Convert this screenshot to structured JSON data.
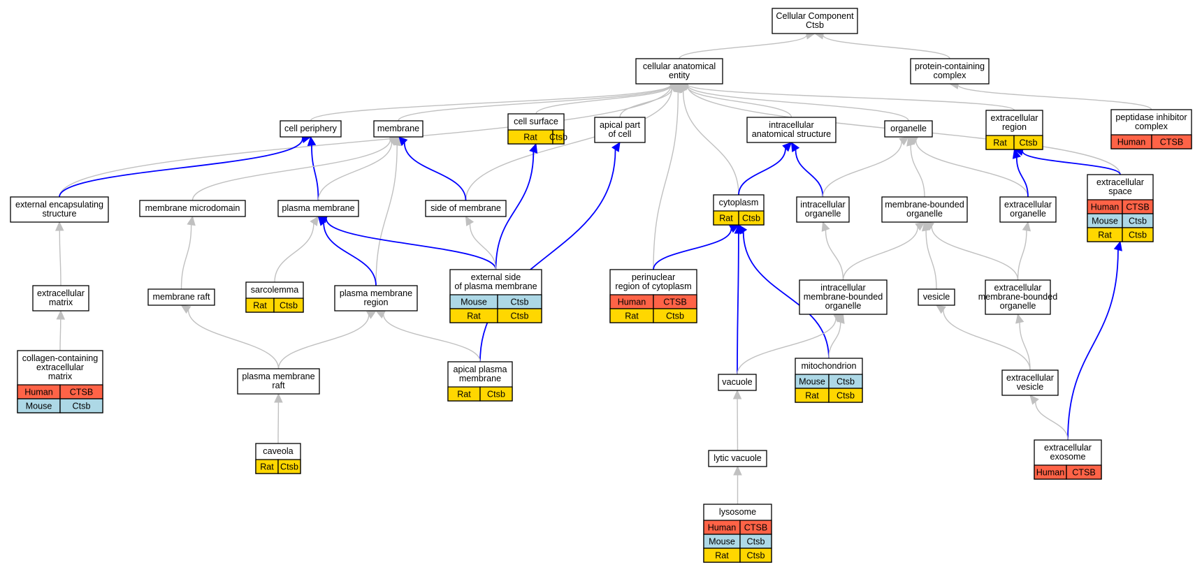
{
  "colors": {
    "human": "#ff6347",
    "mouse": "#add8e6",
    "rat": "#ffd700",
    "edge_gray": "#c0c0c0",
    "edge_blue": "#0000ff"
  },
  "nodes": {
    "cellular_component": {
      "lines": [
        "Cellular Component",
        "Ctsb"
      ],
      "orgs": []
    },
    "cellular_anatomical_entity": {
      "lines": [
        "cellular anatomical",
        "entity"
      ],
      "orgs": []
    },
    "protein_containing_complex": {
      "lines": [
        "protein-containing",
        "complex"
      ],
      "orgs": []
    },
    "cell_periphery": {
      "lines": [
        "cell periphery"
      ],
      "orgs": []
    },
    "membrane": {
      "lines": [
        "membrane"
      ],
      "orgs": []
    },
    "cell_surface": {
      "lines": [
        "cell surface"
      ],
      "orgs": [
        [
          "Rat",
          "Ctsb"
        ]
      ]
    },
    "apical_part_of_cell": {
      "lines": [
        "apical part",
        "of cell"
      ],
      "orgs": []
    },
    "intracellular_anatomical_structure": {
      "lines": [
        "intracellular",
        "anatomical structure"
      ],
      "orgs": []
    },
    "organelle": {
      "lines": [
        "organelle"
      ],
      "orgs": []
    },
    "extracellular_region": {
      "lines": [
        "extracellular",
        "region"
      ],
      "orgs": [
        [
          "Rat",
          "Ctsb"
        ]
      ]
    },
    "peptidase_inhibitor_complex": {
      "lines": [
        "peptidase inhibitor",
        "complex"
      ],
      "orgs": [
        [
          "Human",
          "CTSB"
        ]
      ]
    },
    "external_encapsulating_structure": {
      "lines": [
        "external encapsulating",
        "structure"
      ],
      "orgs": []
    },
    "membrane_microdomain": {
      "lines": [
        "membrane microdomain"
      ],
      "orgs": []
    },
    "plasma_membrane": {
      "lines": [
        "plasma membrane"
      ],
      "orgs": []
    },
    "side_of_membrane": {
      "lines": [
        "side of membrane"
      ],
      "orgs": []
    },
    "cytoplasm": {
      "lines": [
        "cytoplasm"
      ],
      "orgs": [
        [
          "Rat",
          "Ctsb"
        ]
      ]
    },
    "intracellular_organelle": {
      "lines": [
        "intracellular",
        "organelle"
      ],
      "orgs": []
    },
    "membrane_bounded_organelle": {
      "lines": [
        "membrane-bounded",
        "organelle"
      ],
      "orgs": []
    },
    "extracellular_organelle": {
      "lines": [
        "extracellular",
        "organelle"
      ],
      "orgs": []
    },
    "extracellular_space": {
      "lines": [
        "extracellular",
        "space"
      ],
      "orgs": [
        [
          "Human",
          "CTSB"
        ],
        [
          "Mouse",
          "Ctsb"
        ],
        [
          "Rat",
          "Ctsb"
        ]
      ]
    },
    "extracellular_matrix": {
      "lines": [
        "extracellular",
        "matrix"
      ],
      "orgs": []
    },
    "membrane_raft": {
      "lines": [
        "membrane raft"
      ],
      "orgs": []
    },
    "sarcolemma": {
      "lines": [
        "sarcolemma"
      ],
      "orgs": [
        [
          "Rat",
          "Ctsb"
        ]
      ]
    },
    "plasma_membrane_region": {
      "lines": [
        "plasma membrane",
        "region"
      ],
      "orgs": []
    },
    "external_side_of_plasma_membrane": {
      "lines": [
        "external side",
        "of plasma membrane"
      ],
      "orgs": [
        [
          "Mouse",
          "Ctsb"
        ],
        [
          "Rat",
          "Ctsb"
        ]
      ]
    },
    "perinuclear_region_of_cytoplasm": {
      "lines": [
        "perinuclear",
        "region of cytoplasm"
      ],
      "orgs": [
        [
          "Human",
          "CTSB"
        ],
        [
          "Rat",
          "Ctsb"
        ]
      ]
    },
    "intracellular_membrane_bounded_organelle": {
      "lines": [
        "intracellular",
        "membrane-bounded",
        "organelle"
      ],
      "orgs": []
    },
    "vesicle": {
      "lines": [
        "vesicle"
      ],
      "orgs": []
    },
    "extracellular_membrane_bounded_organelle": {
      "lines": [
        "extracellular",
        "membrane-bounded",
        "organelle"
      ],
      "orgs": []
    },
    "collagen_containing_extracellular_matrix": {
      "lines": [
        "collagen-containing",
        "extracellular",
        "matrix"
      ],
      "orgs": [
        [
          "Human",
          "CTSB"
        ],
        [
          "Mouse",
          "Ctsb"
        ]
      ]
    },
    "plasma_membrane_raft": {
      "lines": [
        "plasma membrane",
        "raft"
      ],
      "orgs": []
    },
    "apical_plasma_membrane": {
      "lines": [
        "apical plasma",
        "membrane"
      ],
      "orgs": [
        [
          "Rat",
          "Ctsb"
        ]
      ]
    },
    "vacuole": {
      "lines": [
        "vacuole"
      ],
      "orgs": []
    },
    "mitochondrion": {
      "lines": [
        "mitochondrion"
      ],
      "orgs": [
        [
          "Mouse",
          "Ctsb"
        ],
        [
          "Rat",
          "Ctsb"
        ]
      ]
    },
    "extracellular_vesicle": {
      "lines": [
        "extracellular",
        "vesicle"
      ],
      "orgs": []
    },
    "caveola": {
      "lines": [
        "caveola"
      ],
      "orgs": [
        [
          "Rat",
          "Ctsb"
        ]
      ]
    },
    "lytic_vacuole": {
      "lines": [
        "lytic vacuole"
      ],
      "orgs": []
    },
    "extracellular_exosome": {
      "lines": [
        "extracellular",
        "exosome"
      ],
      "orgs": [
        [
          "Human",
          "CTSB"
        ]
      ]
    },
    "lysosome": {
      "lines": [
        "lysosome"
      ],
      "orgs": [
        [
          "Human",
          "CTSB"
        ],
        [
          "Mouse",
          "Ctsb"
        ],
        [
          "Rat",
          "Ctsb"
        ]
      ]
    }
  },
  "edges": [
    {
      "from": "cellular_anatomical_entity",
      "to": "cellular_component",
      "style": "gray"
    },
    {
      "from": "protein_containing_complex",
      "to": "cellular_component",
      "style": "gray"
    },
    {
      "from": "cell_periphery",
      "to": "cellular_anatomical_entity",
      "style": "gray"
    },
    {
      "from": "membrane",
      "to": "cellular_anatomical_entity",
      "style": "gray"
    },
    {
      "from": "cell_surface",
      "to": "cellular_anatomical_entity",
      "style": "gray"
    },
    {
      "from": "apical_part_of_cell",
      "to": "cellular_anatomical_entity",
      "style": "gray"
    },
    {
      "from": "intracellular_anatomical_structure",
      "to": "cellular_anatomical_entity",
      "style": "gray"
    },
    {
      "from": "organelle",
      "to": "cellular_anatomical_entity",
      "style": "gray"
    },
    {
      "from": "extracellular_region",
      "to": "cellular_anatomical_entity",
      "style": "gray"
    },
    {
      "from": "external_encapsulating_structure",
      "to": "cellular_anatomical_entity",
      "style": "gray"
    },
    {
      "from": "side_of_membrane",
      "to": "cellular_anatomical_entity",
      "style": "gray"
    },
    {
      "from": "cytoplasm",
      "to": "cellular_anatomical_entity",
      "style": "gray"
    },
    {
      "from": "perinuclear_region_of_cytoplasm",
      "to": "cellular_anatomical_entity",
      "style": "gray"
    },
    {
      "from": "extracellular_space",
      "to": "cellular_anatomical_entity",
      "style": "gray"
    },
    {
      "from": "peptidase_inhibitor_complex",
      "to": "protein_containing_complex",
      "style": "gray"
    },
    {
      "from": "external_encapsulating_structure",
      "to": "cell_periphery",
      "style": "blue"
    },
    {
      "from": "plasma_membrane",
      "to": "cell_periphery",
      "style": "blue"
    },
    {
      "from": "membrane_microdomain",
      "to": "membrane",
      "style": "gray"
    },
    {
      "from": "plasma_membrane",
      "to": "membrane",
      "style": "gray"
    },
    {
      "from": "side_of_membrane",
      "to": "membrane",
      "style": "blue"
    },
    {
      "from": "plasma_membrane_region",
      "to": "membrane",
      "style": "gray"
    },
    {
      "from": "external_side_of_plasma_membrane",
      "to": "cell_surface",
      "style": "blue"
    },
    {
      "from": "apical_plasma_membrane",
      "to": "apical_part_of_cell",
      "style": "blue"
    },
    {
      "from": "cytoplasm",
      "to": "intracellular_anatomical_structure",
      "style": "blue"
    },
    {
      "from": "intracellular_organelle",
      "to": "intracellular_anatomical_structure",
      "style": "blue"
    },
    {
      "from": "intracellular_organelle",
      "to": "organelle",
      "style": "gray"
    },
    {
      "from": "membrane_bounded_organelle",
      "to": "organelle",
      "style": "gray"
    },
    {
      "from": "extracellular_organelle",
      "to": "organelle",
      "style": "gray"
    },
    {
      "from": "extracellular_organelle",
      "to": "extracellular_region",
      "style": "blue"
    },
    {
      "from": "extracellular_space",
      "to": "extracellular_region",
      "style": "blue"
    },
    {
      "from": "extracellular_matrix",
      "to": "external_encapsulating_structure",
      "style": "gray"
    },
    {
      "from": "membrane_raft",
      "to": "membrane_microdomain",
      "style": "gray"
    },
    {
      "from": "sarcolemma",
      "to": "plasma_membrane",
      "style": "gray"
    },
    {
      "from": "plasma_membrane_region",
      "to": "plasma_membrane",
      "style": "blue"
    },
    {
      "from": "external_side_of_plasma_membrane",
      "to": "plasma_membrane",
      "style": "blue"
    },
    {
      "from": "external_side_of_plasma_membrane",
      "to": "side_of_membrane",
      "style": "gray"
    },
    {
      "from": "perinuclear_region_of_cytoplasm",
      "to": "cytoplasm",
      "style": "blue"
    },
    {
      "from": "vacuole",
      "to": "cytoplasm",
      "style": "blue"
    },
    {
      "from": "mitochondrion",
      "to": "cytoplasm",
      "style": "blue"
    },
    {
      "from": "intracellular_membrane_bounded_organelle",
      "to": "intracellular_organelle",
      "style": "gray"
    },
    {
      "from": "intracellular_membrane_bounded_organelle",
      "to": "membrane_bounded_organelle",
      "style": "gray"
    },
    {
      "from": "vesicle",
      "to": "membrane_bounded_organelle",
      "style": "gray"
    },
    {
      "from": "extracellular_membrane_bounded_organelle",
      "to": "membrane_bounded_organelle",
      "style": "gray"
    },
    {
      "from": "extracellular_membrane_bounded_organelle",
      "to": "extracellular_organelle",
      "style": "gray"
    },
    {
      "from": "extracellular_exosome",
      "to": "extracellular_space",
      "style": "blue"
    },
    {
      "from": "collagen_containing_extracellular_matrix",
      "to": "extracellular_matrix",
      "style": "gray"
    },
    {
      "from": "plasma_membrane_raft",
      "to": "membrane_raft",
      "style": "gray"
    },
    {
      "from": "plasma_membrane_raft",
      "to": "plasma_membrane_region",
      "style": "gray"
    },
    {
      "from": "apical_plasma_membrane",
      "to": "plasma_membrane_region",
      "style": "gray"
    },
    {
      "from": "vacuole",
      "to": "intracellular_membrane_bounded_organelle",
      "style": "gray"
    },
    {
      "from": "mitochondrion",
      "to": "intracellular_membrane_bounded_organelle",
      "style": "gray"
    },
    {
      "from": "extracellular_vesicle",
      "to": "vesicle",
      "style": "gray"
    },
    {
      "from": "extracellular_vesicle",
      "to": "extracellular_membrane_bounded_organelle",
      "style": "gray"
    },
    {
      "from": "caveola",
      "to": "plasma_membrane_raft",
      "style": "gray"
    },
    {
      "from": "lytic_vacuole",
      "to": "vacuole",
      "style": "gray"
    },
    {
      "from": "extracellular_exosome",
      "to": "extracellular_vesicle",
      "style": "gray"
    },
    {
      "from": "lysosome",
      "to": "lytic_vacuole",
      "style": "gray"
    }
  ]
}
